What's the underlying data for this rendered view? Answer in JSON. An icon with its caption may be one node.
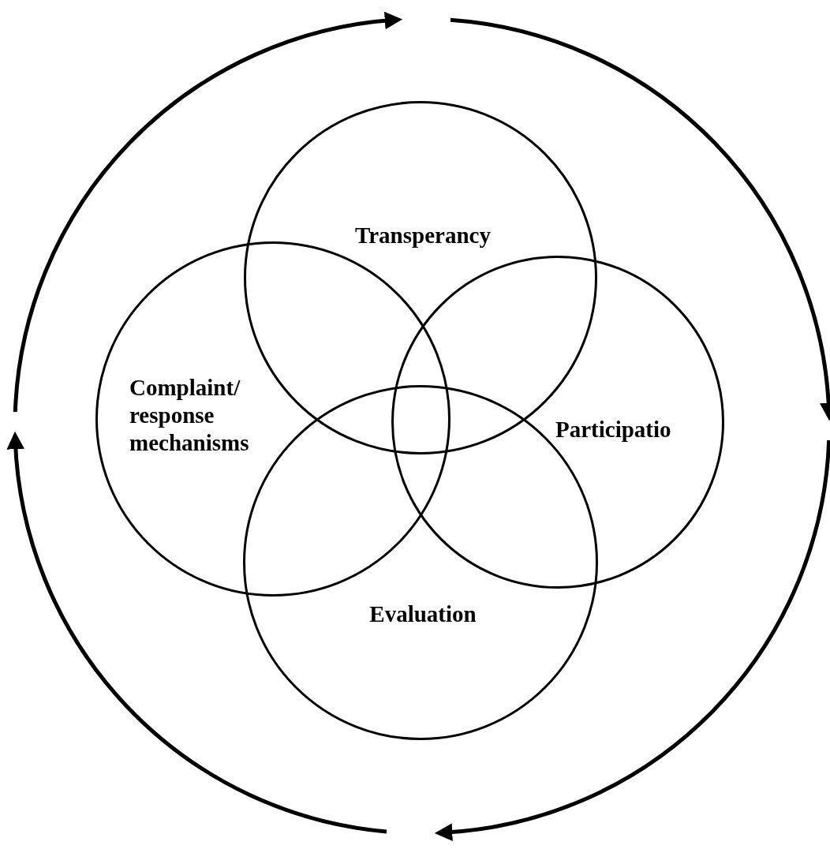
{
  "diagram": {
    "nodes": [
      {
        "text": [
          "Transperancy"
        ]
      },
      {
        "text": [
          "Complaint/ response mechanisms"
        ]
      },
      {
        "text": [
          "Participatio"
        ]
      },
      {
        "text": [
          "Evaluation"
        ]
      }
    ]
  }
}
